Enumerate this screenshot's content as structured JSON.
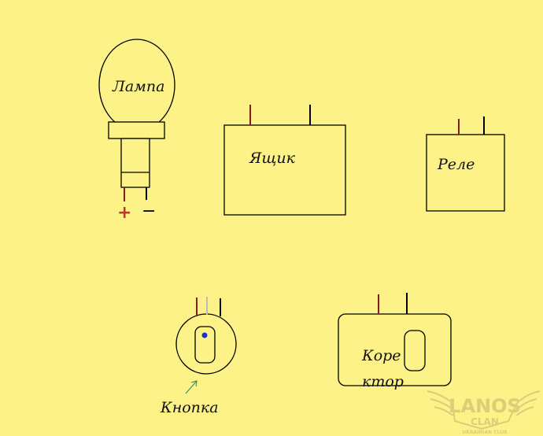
{
  "colors": {
    "background": "#FCF288",
    "outline": "#000000",
    "wire_red": "#8B1A1A",
    "wire_grey": "#BBBBBB",
    "dot_blue": "#1A2FD0",
    "arrow_green": "#2E8B57",
    "label_blue": "#1A237E",
    "plus_red": "#C0392B",
    "watermark": "#D4C878"
  },
  "labels": {
    "lamp": "Лампа",
    "box": "Ящик",
    "relay": "Реле",
    "button": "Кнопка",
    "corrector_line1": "Коре",
    "corrector_line2": "ктор",
    "plus": "+",
    "minus": "−"
  },
  "watermark": {
    "brand": "LANOS",
    "line2": "CLAN",
    "line3": "UKRAINIAN CLUB",
    "icon": "wings-logo"
  }
}
